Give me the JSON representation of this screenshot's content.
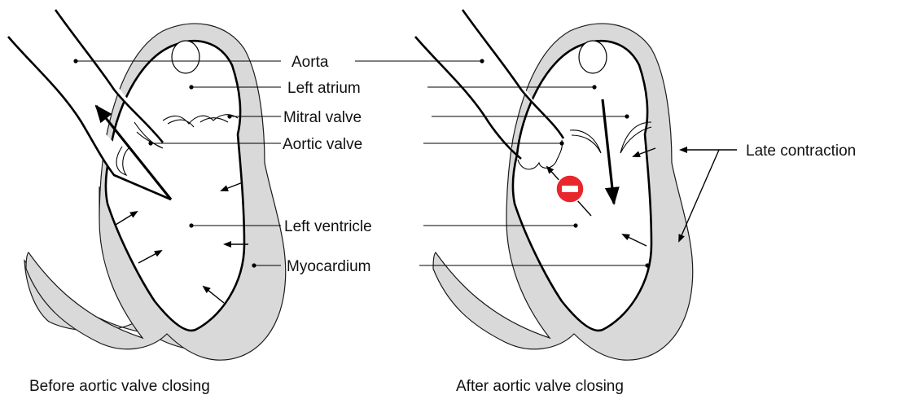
{
  "labels": {
    "aorta": "Aorta",
    "left_atrium": "Left atrium",
    "mitral_valve": "Mitral valve",
    "aortic_valve": "Aortic valve",
    "left_ventricle": "Left ventricle",
    "myocardium": "Myocardium",
    "late_contraction": "Late contraction"
  },
  "captions": {
    "before": "Before aortic valve closing",
    "after": "After aortic valve closing"
  },
  "colors": {
    "myocardium": "#d9d9d9",
    "stop_sign": "#e8262b",
    "outline": "#000000"
  },
  "icons": {
    "blocked_flow": "no-entry-icon"
  }
}
